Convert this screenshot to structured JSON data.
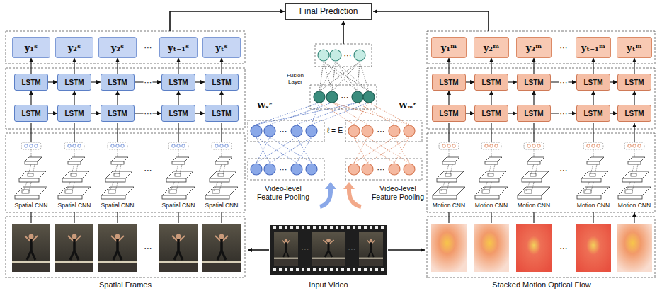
{
  "diagram": {
    "nodes": [
      {
        "text": [
          "Final Prediction"
        ]
      },
      {
        "text": [
          "y₁ˢ"
        ]
      },
      {
        "text": [
          "y₂ˢ"
        ]
      },
      {
        "text": [
          "y₃ˢ"
        ]
      },
      {
        "text": [
          "yₜ₋₁ˢ"
        ]
      },
      {
        "text": [
          "yₜˢ"
        ]
      },
      {
        "text": [
          "LSTM"
        ]
      },
      {
        "text": [
          "LSTM"
        ]
      },
      {
        "text": [
          "LSTM"
        ]
      },
      {
        "text": [
          "LSTM"
        ]
      },
      {
        "text": [
          "LSTM"
        ]
      },
      {
        "text": [
          "LSTM"
        ]
      },
      {
        "text": [
          "LSTM"
        ]
      },
      {
        "text": [
          "LSTM"
        ]
      },
      {
        "text": [
          "LSTM"
        ]
      },
      {
        "text": [
          "LSTM"
        ]
      },
      {
        "text": [
          "y₁ᵐ"
        ]
      },
      {
        "text": [
          "y₂ᵐ"
        ]
      },
      {
        "text": [
          "y₃ᵐ"
        ]
      },
      {
        "text": [
          "yₜ₋₁ᵐ"
        ]
      },
      {
        "text": [
          "yₜᵐ"
        ]
      },
      {
        "text": [
          "LSTM"
        ]
      },
      {
        "text": [
          "LSTM"
        ]
      },
      {
        "text": [
          "LSTM"
        ]
      },
      {
        "text": [
          "LSTM"
        ]
      },
      {
        "text": [
          "LSTM"
        ]
      },
      {
        "text": [
          "LSTM"
        ]
      },
      {
        "text": [
          "LSTM"
        ]
      },
      {
        "text": [
          "LSTM"
        ]
      },
      {
        "text": [
          "LSTM"
        ]
      },
      {
        "text": [
          "LSTM"
        ]
      }
    ],
    "edges": [
      {
        "from": 6,
        "to": 7,
        "arrow": "to"
      },
      {
        "from": 7,
        "to": 8,
        "arrow": "to"
      },
      {
        "from": 8,
        "to": 9,
        "label": "⋯",
        "arrow": "to"
      },
      {
        "from": 9,
        "to": 10,
        "arrow": "to"
      },
      {
        "from": 11,
        "to": 12,
        "arrow": "to"
      },
      {
        "from": 12,
        "to": 13,
        "arrow": "to"
      },
      {
        "from": 13,
        "to": 14,
        "label": "⋯",
        "arrow": "to"
      },
      {
        "from": 14,
        "to": 15,
        "arrow": "to"
      },
      {
        "from": 11,
        "to": 6,
        "arrow": "to"
      },
      {
        "from": 12,
        "to": 7,
        "arrow": "to"
      },
      {
        "from": 13,
        "to": 8,
        "arrow": "to"
      },
      {
        "from": 14,
        "to": 9,
        "arrow": "to"
      },
      {
        "from": 15,
        "to": 10,
        "arrow": "to"
      },
      {
        "from": 6,
        "to": 1,
        "arrow": "to"
      },
      {
        "from": 7,
        "to": 2,
        "arrow": "to"
      },
      {
        "from": 8,
        "to": 3,
        "arrow": "to"
      },
      {
        "from": 9,
        "to": 4,
        "arrow": "to"
      },
      {
        "from": 10,
        "to": 5,
        "arrow": "to"
      },
      {
        "from": 21,
        "to": 22,
        "arrow": "to"
      },
      {
        "from": 22,
        "to": 23,
        "arrow": "to"
      },
      {
        "from": 23,
        "to": 24,
        "label": "⋯",
        "arrow": "to"
      },
      {
        "from": 24,
        "to": 25,
        "arrow": "to"
      },
      {
        "from": 26,
        "to": 27,
        "arrow": "to"
      },
      {
        "from": 27,
        "to": 28,
        "arrow": "to"
      },
      {
        "from": 28,
        "to": 29,
        "label": "⋯",
        "arrow": "to"
      },
      {
        "from": 29,
        "to": 30,
        "arrow": "to"
      },
      {
        "from": 26,
        "to": 21,
        "arrow": "to"
      },
      {
        "from": 27,
        "to": 22,
        "arrow": "to"
      },
      {
        "from": 28,
        "to": 23,
        "arrow": "to"
      },
      {
        "from": 29,
        "to": 24,
        "arrow": "to"
      },
      {
        "from": 30,
        "to": 25,
        "arrow": "to"
      },
      {
        "from": 21,
        "to": 16,
        "arrow": "to"
      },
      {
        "from": 22,
        "to": 17,
        "arrow": "to"
      },
      {
        "from": 23,
        "to": 18,
        "arrow": "to"
      },
      {
        "from": 24,
        "to": 19,
        "arrow": "to"
      },
      {
        "from": 25,
        "to": 20,
        "arrow": "to"
      }
    ],
    "labels": [
      "Spatial CNN",
      "Spatial CNN",
      "Spatial CNN",
      "Spatial CNN",
      "Spatial CNN",
      "Motion CNN",
      "Motion CNN",
      "Motion CNN",
      "Motion CNN",
      "Motion CNN",
      "Fusion Layer",
      "Wₛᴱ",
      "Wₘᴱ",
      "ℓ = E",
      "Video-level Feature Pooling",
      "Video-level Feature Pooling",
      "Spatial Frames",
      "Input Video",
      "Stacked Motion Optical Flow",
      "⋯",
      "⋯",
      "⋯",
      "⋯",
      "⋯",
      "⋯",
      "⋯",
      "⋯",
      "⋯",
      "⋯",
      "⋯",
      "⋯",
      "⋯",
      "⋯"
    ]
  }
}
